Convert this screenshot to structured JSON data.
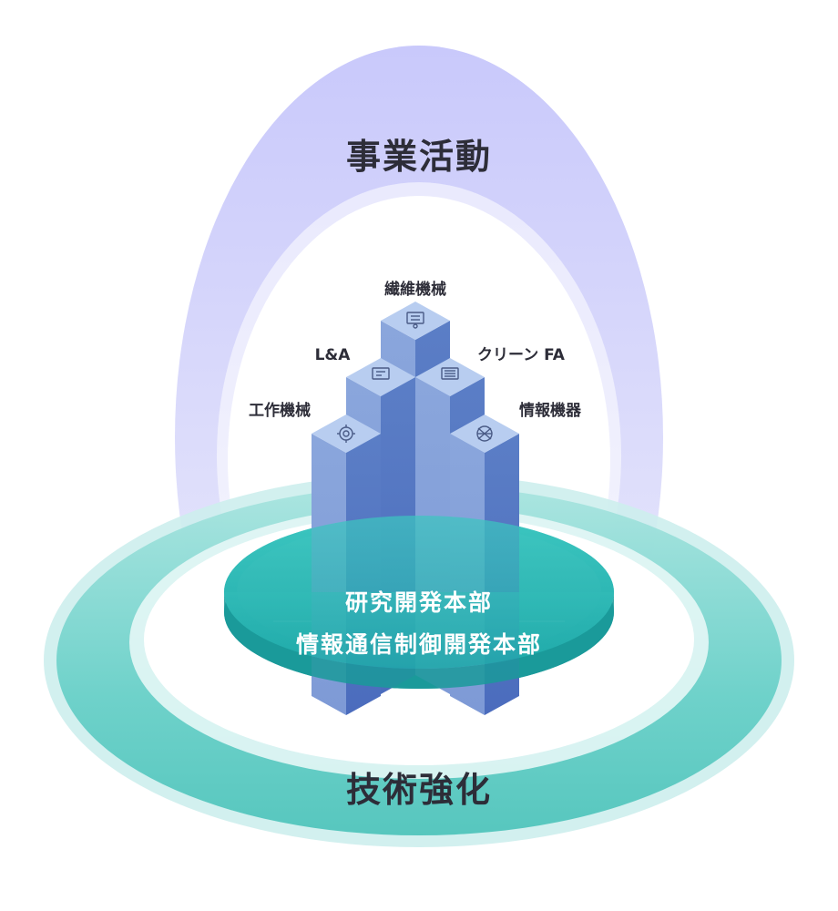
{
  "outer_label": "事業活動",
  "bottom_label": "技術強化",
  "buildings": [
    {
      "label": "繊維機械",
      "icon": "textile-machine-icon"
    },
    {
      "label": "L&A",
      "icon": "logistics-icon"
    },
    {
      "label": "クリーン FA",
      "icon": "clean-fa-icon"
    },
    {
      "label": "工作機械",
      "icon": "gear-icon"
    },
    {
      "label": "情報機器",
      "icon": "network-icon"
    }
  ],
  "disc": {
    "line1": "研究開発本部",
    "line2": "情報通信制御開発本部"
  },
  "colors": {
    "arch": "#c6c8fb",
    "ring": "#6ad0c8",
    "disc": "#2ab8b4",
    "building_front": "#8aa6dc",
    "building_side": "#4f72c0",
    "building_top": "#b8cdf0"
  }
}
